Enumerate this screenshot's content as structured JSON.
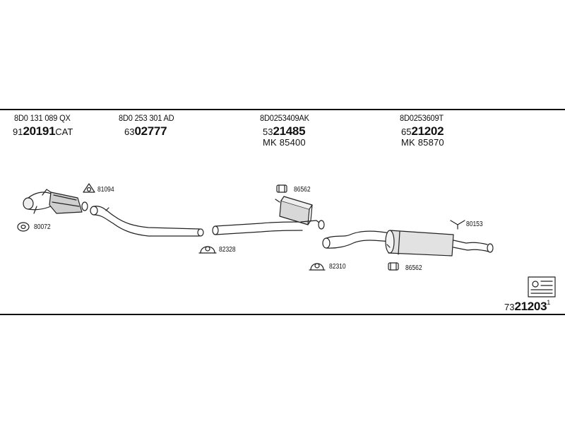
{
  "parts": [
    {
      "oe": "8D0 131 089 QX",
      "pn_prefix": "91",
      "pn_main": "20191",
      "pn_suffix": "CAT"
    },
    {
      "oe": "8D0 253 301 AD",
      "pn_prefix": "63",
      "pn_main": "02777",
      "pn_suffix": ""
    },
    {
      "oe": "8D0253409AK",
      "pn_prefix": "53",
      "pn_main": "21485",
      "pn_suffix": "",
      "mk": "MK  85400"
    },
    {
      "oe": "8D0253609T",
      "pn_prefix": "65",
      "pn_main": "21202",
      "pn_suffix": "",
      "mk": "MK  85870"
    }
  ],
  "fittings": {
    "f81094": "81094",
    "f80072": "80072",
    "f82328": "82328",
    "f86562a": "86562",
    "f82310": "82310",
    "f86562b": "86562",
    "f80153": "80153"
  },
  "kit": {
    "prefix": "73",
    "main": "21203",
    "suffix": "1"
  }
}
